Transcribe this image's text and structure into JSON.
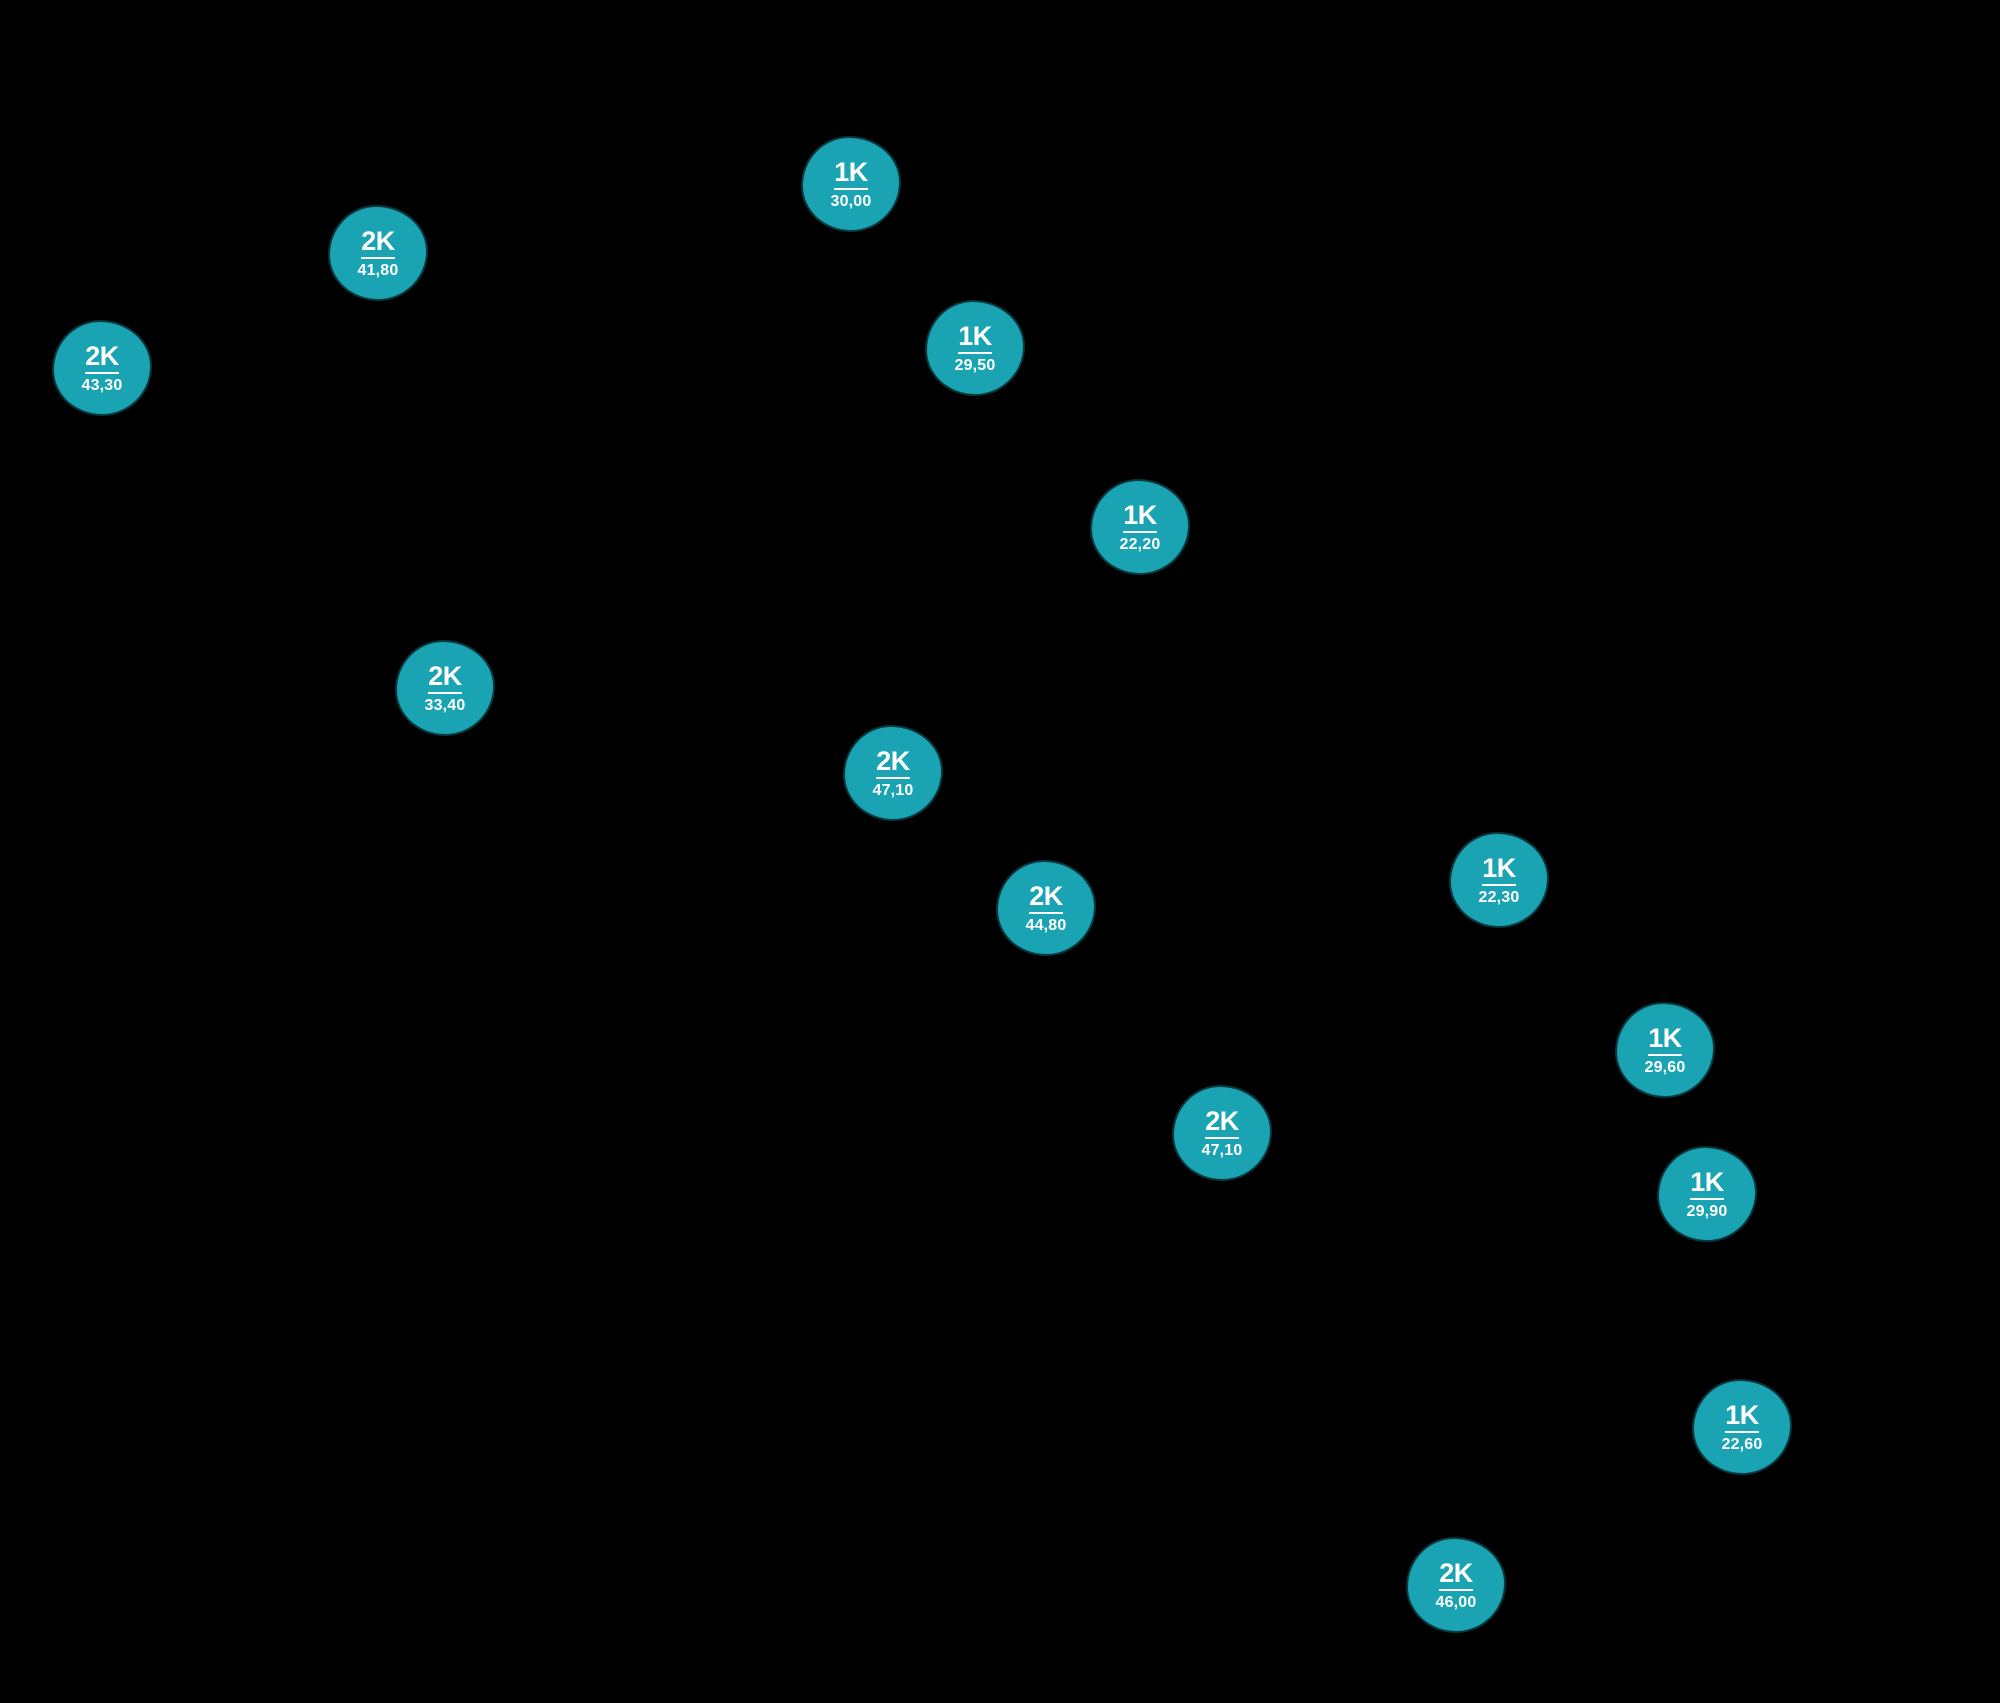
{
  "markers": [
    {
      "rooms": "1K",
      "area": "30,00"
    },
    {
      "rooms": "2K",
      "area": "41,80"
    },
    {
      "rooms": "2K",
      "area": "43,30"
    },
    {
      "rooms": "1K",
      "area": "29,50"
    },
    {
      "rooms": "1K",
      "area": "22,20"
    },
    {
      "rooms": "2K",
      "area": "33,40"
    },
    {
      "rooms": "2K",
      "area": "47,10"
    },
    {
      "rooms": "2K",
      "area": "44,80"
    },
    {
      "rooms": "1K",
      "area": "22,30"
    },
    {
      "rooms": "1K",
      "area": "29,60"
    },
    {
      "rooms": "2K",
      "area": "47,10"
    },
    {
      "rooms": "1K",
      "area": "29,90"
    },
    {
      "rooms": "1K",
      "area": "22,60"
    },
    {
      "rooms": "2K",
      "area": "46,00"
    }
  ],
  "colors": {
    "background": "#000000",
    "marker_fill": "#1aa3b3",
    "marker_text": "#ffffff"
  }
}
